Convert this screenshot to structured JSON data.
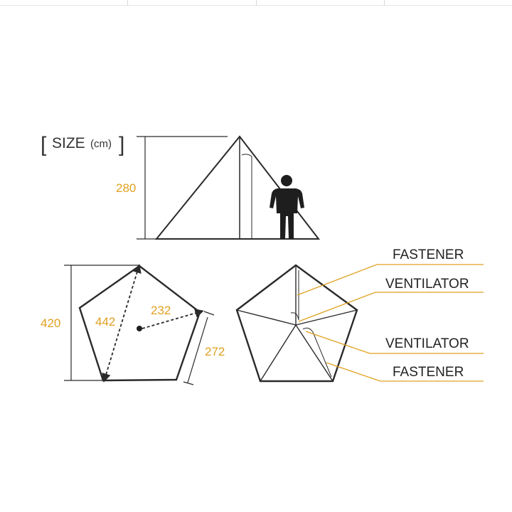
{
  "header": {
    "tabs": [
      "",
      "",
      "",
      ""
    ]
  },
  "title": {
    "bracket_open": "[",
    "text": "SIZE",
    "unit": "(cm)",
    "bracket_close": "]"
  },
  "dimensions": {
    "height": "280",
    "depth": "420",
    "diagonal": "442",
    "radius": "232",
    "side": "272"
  },
  "labels": {
    "fastener_top": "FASTENER",
    "ventilator_top": "VENTILATOR",
    "ventilator_bottom": "VENTILATOR",
    "fastener_bottom": "FASTENER"
  },
  "colors": {
    "accent": "#e0a020",
    "line": "#2a2a2a",
    "fill": "#ffffff"
  }
}
